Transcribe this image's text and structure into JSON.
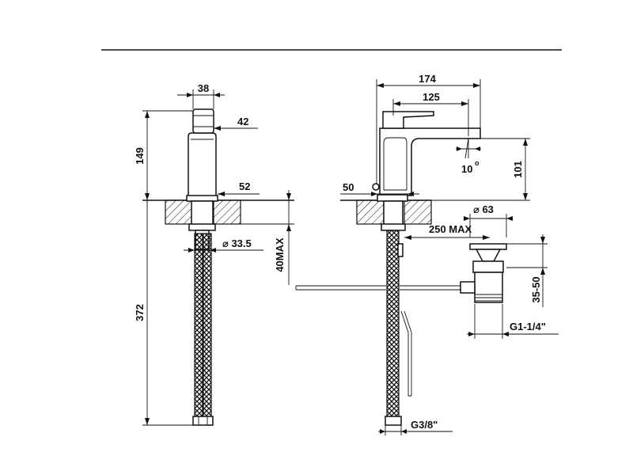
{
  "side_view": {
    "width_top": "38",
    "lever_dia": "42",
    "height_above_deck": "149",
    "base_dia": "52",
    "shank_dia": "⌀ 33.5",
    "deck_max": "40MAX",
    "total_below": "372"
  },
  "front_view": {
    "overall_width": "174",
    "lever_length": "125",
    "spout_height": "101",
    "tilt_angle": "10",
    "degree_symbol": "o",
    "base_offset": "50",
    "waste_dia": "⌀ 63",
    "rod_length": "250 MAX",
    "waste_depth": "35-50",
    "waste_thread": "G1-1/4\"",
    "hose_thread": "G3/8\""
  }
}
